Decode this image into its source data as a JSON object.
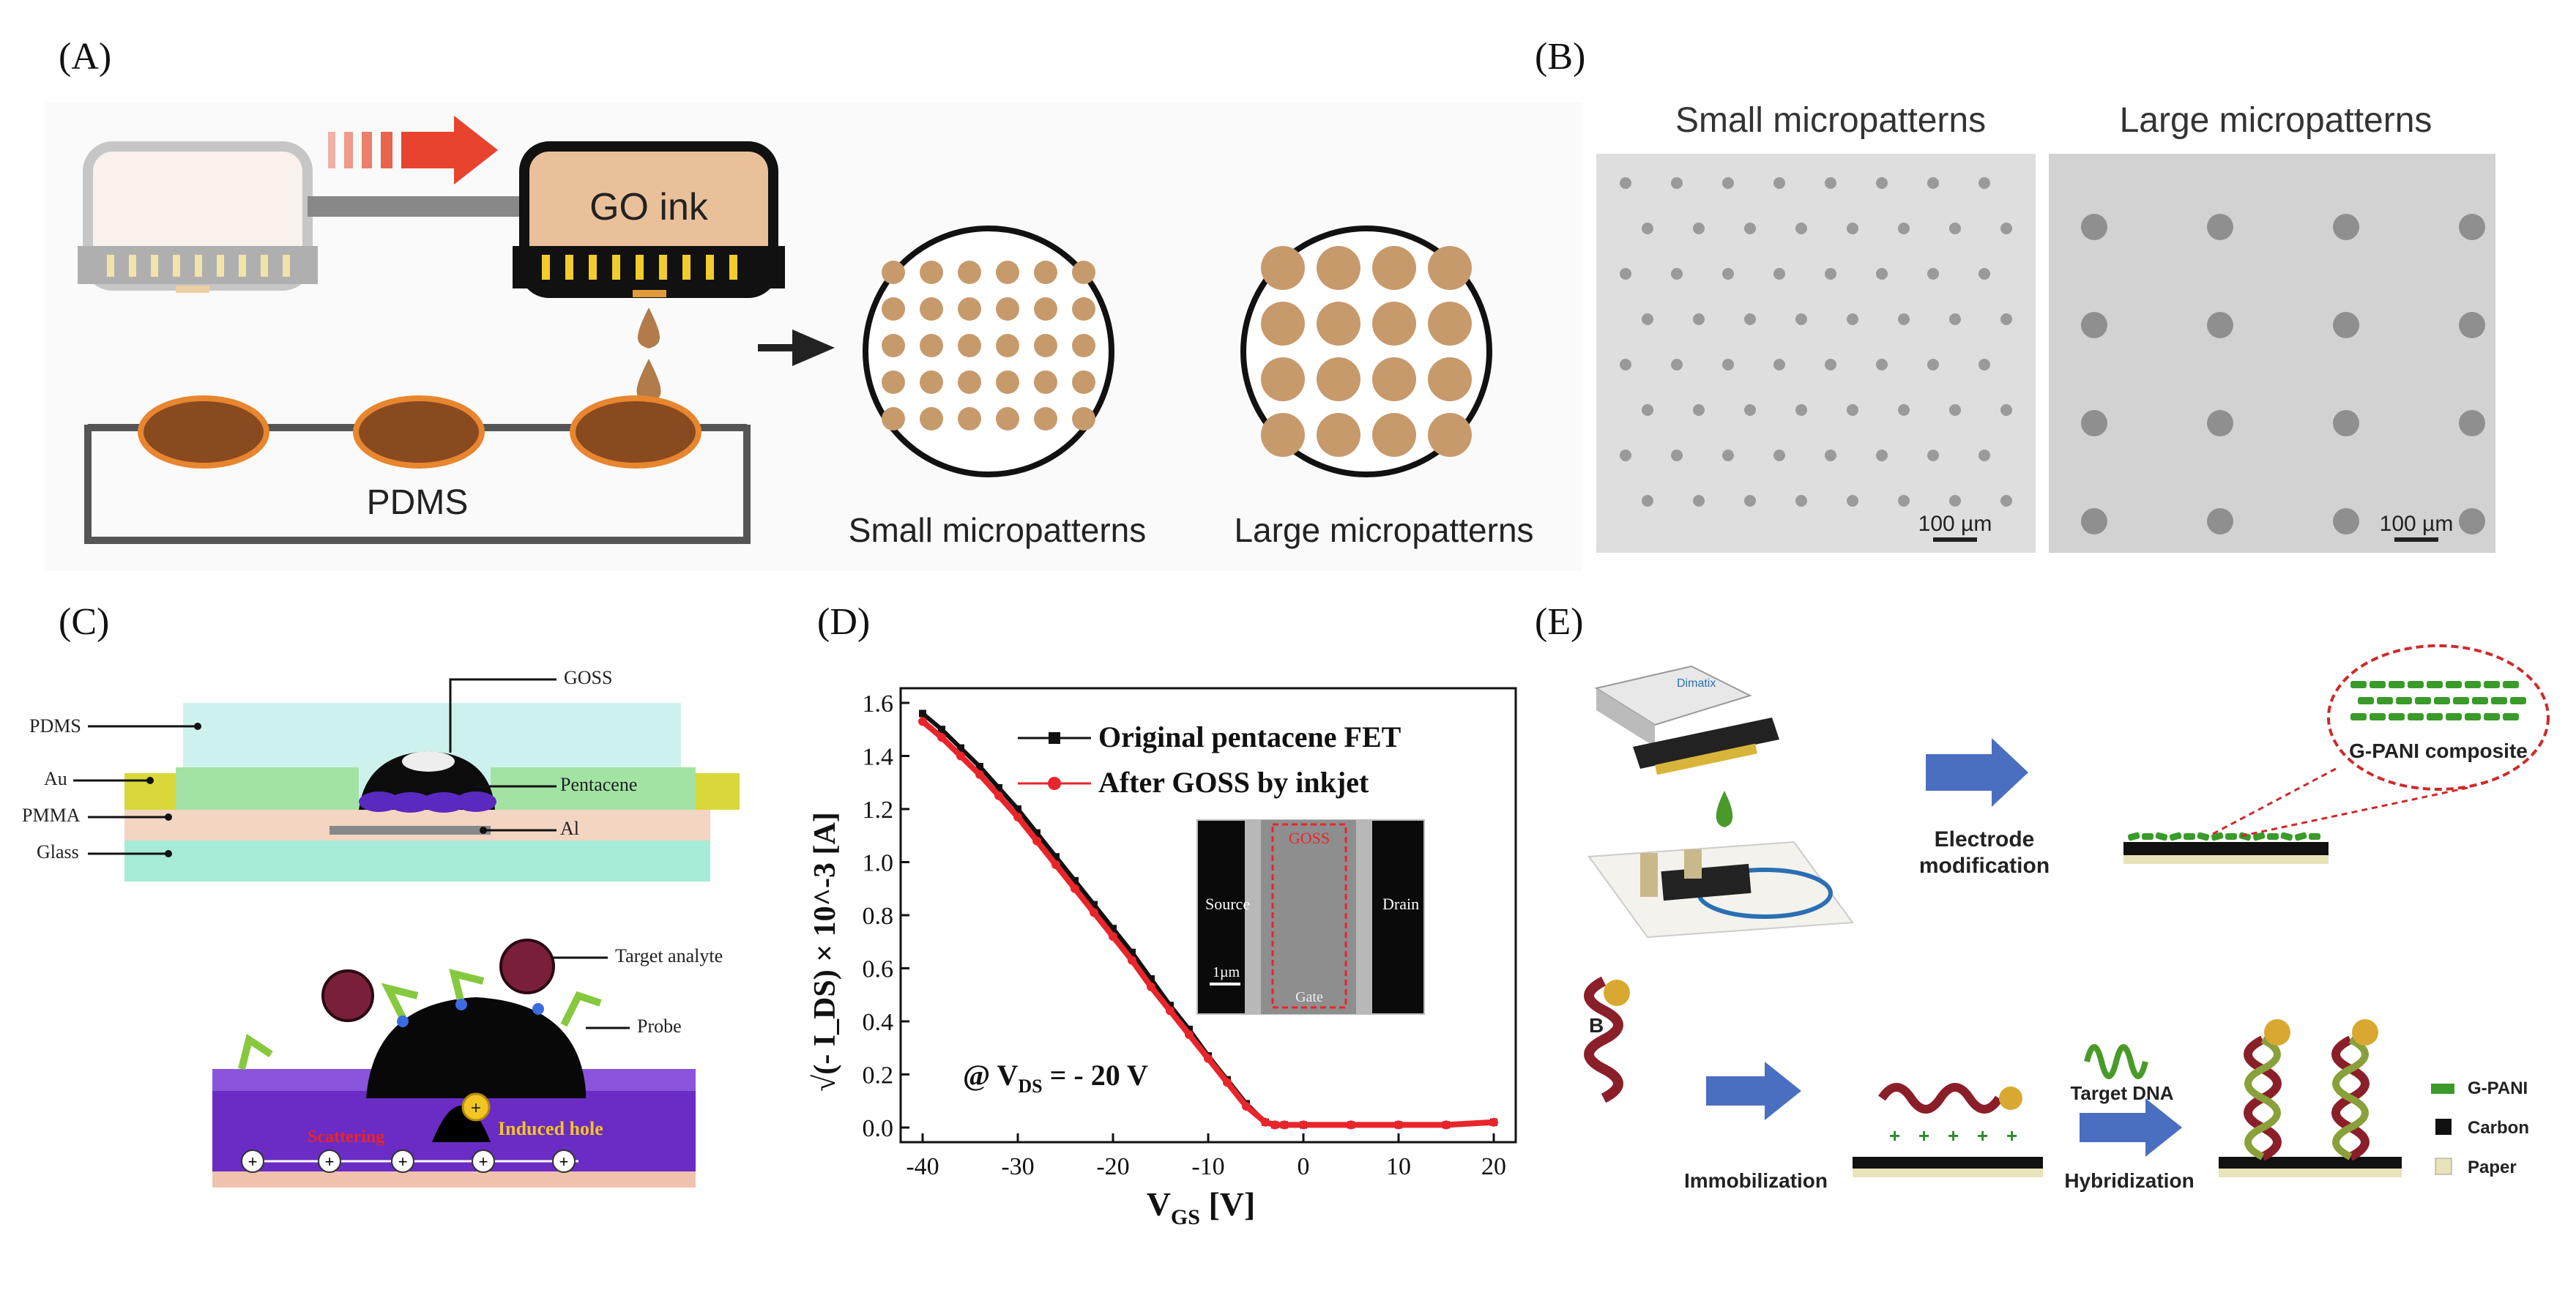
{
  "panels": {
    "a": {
      "label": "(A)",
      "go_ink": "GO ink",
      "pdms": "PDMS",
      "small": "Small micropatterns",
      "large": "Large micropatterns"
    },
    "b": {
      "label": "(B)",
      "small_title": "Small micropatterns",
      "large_title": "Large micropatterns",
      "scale_small": "100 µm",
      "scale_large": "100 µm"
    },
    "c": {
      "label": "(C)",
      "goss": "GOSS",
      "pdms": "PDMS",
      "au": "Au",
      "pentacene": "Pentacene",
      "pmma": "PMMA",
      "al": "Al",
      "glass": "Glass",
      "target": "Target analyte",
      "probe": "Probe",
      "scattering": "Scattering",
      "induced": "Induced hole"
    },
    "d": {
      "label": "(D)",
      "legend_1": "Original pentacene FET",
      "legend_2": "After GOSS by inkjet",
      "inset_goss": "GOSS",
      "inset_source": "Source",
      "inset_drain": "Drain",
      "inset_gate": "Gate",
      "inset_scale": "1µm",
      "vds_note_main": "@ V",
      "vds_note_sub": "DS",
      "vds_note_end": " = - 20 V"
    },
    "e": {
      "label": "(E)",
      "composite": "G-PANI composite",
      "electrode_mod_1": "Electrode",
      "electrode_mod_2": "modification",
      "sub_b": "B",
      "immobilization": "Immobilization",
      "target_dna": "Target DNA",
      "hybridization": "Hybridization",
      "legend_gpani": "G-PANI",
      "legend_carbon": "Carbon",
      "legend_paper": "Paper",
      "brand": "Dimatix"
    }
  },
  "chart_data": {
    "type": "line",
    "xlabel_main": "V",
    "xlabel_sub": "GS",
    "xlabel_end": " [V]",
    "ylabel": "√(- I_DS) × 10^-3 [A]",
    "xlim": [
      -40,
      20
    ],
    "ylim": [
      0,
      1.6
    ],
    "x_ticks": [
      "-40",
      "-30",
      "-20",
      "-10",
      "0",
      "10",
      "20"
    ],
    "y_ticks": [
      "0.0",
      "0.2",
      "0.4",
      "0.6",
      "0.8",
      "1.0",
      "1.2",
      "1.4",
      "1.6"
    ],
    "series": [
      {
        "name": "Original pentacene FET",
        "color": "#111111",
        "x": [
          -40,
          -38,
          -36,
          -34,
          -32,
          -30,
          -28,
          -26,
          -24,
          -22,
          -20,
          -18,
          -16,
          -14,
          -12,
          -10,
          -8,
          -6,
          -4,
          -3,
          -2,
          0,
          5,
          10,
          15,
          20
        ],
        "y": [
          1.56,
          1.5,
          1.43,
          1.36,
          1.28,
          1.2,
          1.11,
          1.02,
          0.93,
          0.84,
          0.75,
          0.66,
          0.56,
          0.46,
          0.37,
          0.27,
          0.18,
          0.09,
          0.02,
          0.01,
          0.01,
          0.01,
          0.01,
          0.01,
          0.01,
          0.02
        ]
      },
      {
        "name": "After GOSS by inkjet",
        "color": "#e8252b",
        "x": [
          -40,
          -38,
          -36,
          -34,
          -32,
          -30,
          -28,
          -26,
          -24,
          -22,
          -20,
          -18,
          -16,
          -14,
          -12,
          -10,
          -8,
          -6,
          -4,
          -3,
          -2,
          0,
          5,
          10,
          15,
          20
        ],
        "y": [
          1.53,
          1.47,
          1.4,
          1.33,
          1.25,
          1.17,
          1.08,
          0.99,
          0.9,
          0.81,
          0.72,
          0.63,
          0.53,
          0.44,
          0.35,
          0.26,
          0.17,
          0.08,
          0.02,
          0.01,
          0.01,
          0.01,
          0.01,
          0.01,
          0.01,
          0.02
        ]
      }
    ]
  }
}
